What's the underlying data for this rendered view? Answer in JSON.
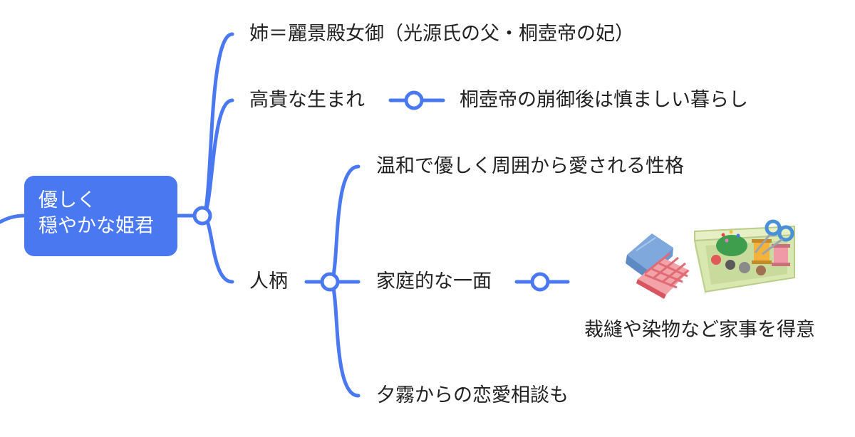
{
  "accent_color": "#4a78f0",
  "root": {
    "line1": "優しく",
    "line2": "穏やかな姫君"
  },
  "branches": {
    "sister": "姉＝麗景殿女御（光源氏の父・桐壺帝の妃）",
    "noble": "高貴な生まれ",
    "noble_detail": "桐壺帝の崩御後は慎ましい暮らし",
    "personality": "人柄",
    "gentle": "温和で優しく周囲から愛される性格",
    "domestic": "家庭的な一面",
    "domestic_caption": "裁縫や染物など家事を得意",
    "advice": "夕霧からの恋愛相談も"
  },
  "images": {
    "sewing_illustration": "sewing-box-and-fabric-illustration"
  }
}
